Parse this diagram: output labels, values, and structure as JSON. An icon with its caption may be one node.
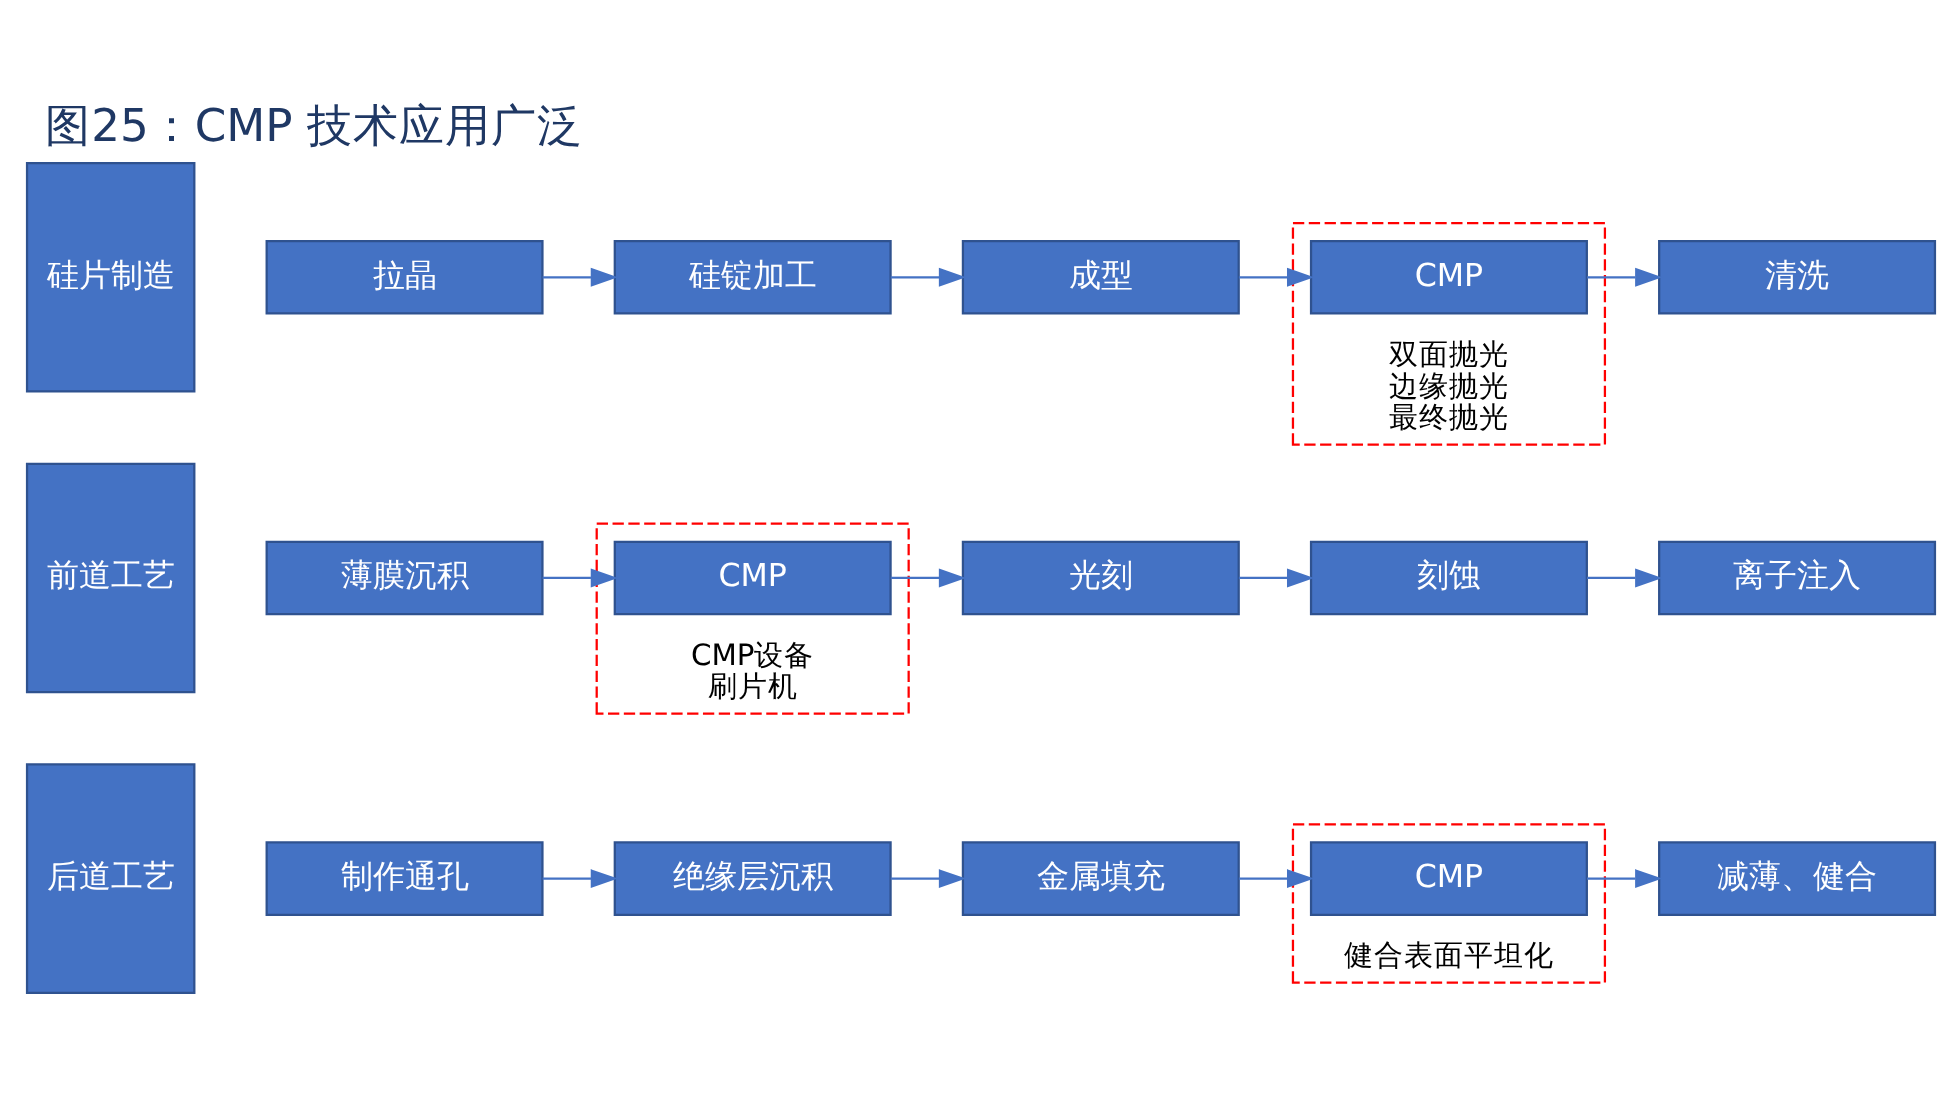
{
  "diagram": {
    "title": "图25：CMP 技术应用广泛",
    "nodes": [
      {
        "text": [
          "硅片制造"
        ]
      },
      {
        "text": [
          "拉晶"
        ]
      },
      {
        "text": [
          "硅锭加工"
        ]
      },
      {
        "text": [
          "成型"
        ]
      },
      {
        "text": [
          "双面抛光",
          "边缘抛光",
          "最终抛光"
        ]
      },
      {
        "text": [
          "CMP"
        ],
        "in": 4
      },
      {
        "text": [
          "清洗"
        ]
      },
      {
        "text": [
          "前道工艺"
        ]
      },
      {
        "text": [
          "薄膜沉积"
        ]
      },
      {
        "text": [
          "CMP设备",
          "刷片机"
        ]
      },
      {
        "text": [
          "CMP"
        ],
        "in": 9
      },
      {
        "text": [
          "光刻"
        ]
      },
      {
        "text": [
          "刻蚀"
        ]
      },
      {
        "text": [
          "离子注入"
        ]
      },
      {
        "text": [
          "后道工艺"
        ]
      },
      {
        "text": [
          "制作通孔"
        ]
      },
      {
        "text": [
          "绝缘层沉积"
        ]
      },
      {
        "text": [
          "金属填充"
        ]
      },
      {
        "text": [
          "健合表面平坦化"
        ]
      },
      {
        "text": [
          "CMP"
        ],
        "in": 18
      },
      {
        "text": [
          "减薄、健合"
        ]
      }
    ],
    "edges": [
      {
        "from": 1,
        "to": 2,
        "arrow": "to"
      },
      {
        "from": 2,
        "to": 3,
        "arrow": "to"
      },
      {
        "from": 3,
        "to": 5,
        "arrow": "to"
      },
      {
        "from": 5,
        "to": 6,
        "arrow": "to"
      },
      {
        "from": 8,
        "to": 10,
        "arrow": "to"
      },
      {
        "from": 10,
        "to": 11,
        "arrow": "to"
      },
      {
        "from": 11,
        "to": 12,
        "arrow": "to"
      },
      {
        "from": 12,
        "to": 13,
        "arrow": "to"
      },
      {
        "from": 15,
        "to": 16,
        "arrow": "to"
      },
      {
        "from": 16,
        "to": 17,
        "arrow": "to"
      },
      {
        "from": 17,
        "to": 19,
        "arrow": "to"
      },
      {
        "from": 19,
        "to": 20,
        "arrow": "to"
      }
    ]
  }
}
